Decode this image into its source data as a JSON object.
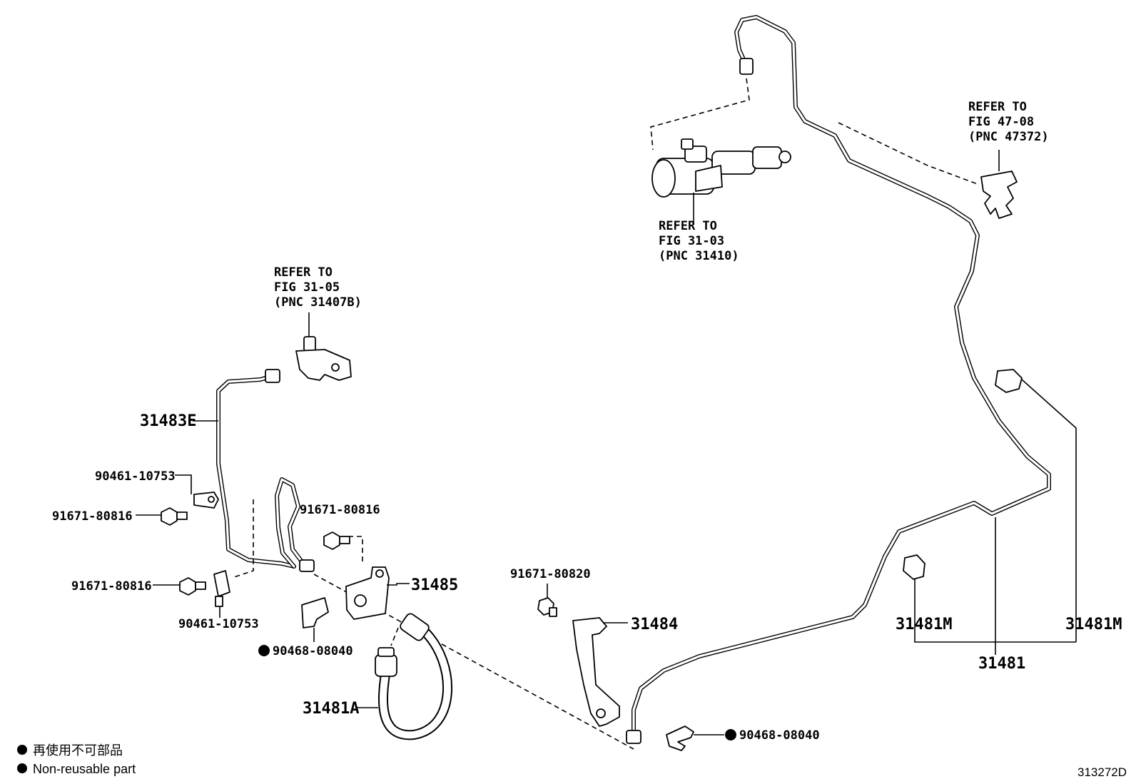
{
  "references": {
    "master_cylinder": {
      "line1": "REFER TO",
      "line2": "FIG 31-03",
      "line3": "(PNC 31410)"
    },
    "clamp_47372": {
      "line1": "REFER TO",
      "line2": "FIG 47-08",
      "line3": "(PNC 47372)"
    },
    "union_31407b": {
      "line1": "REFER TO",
      "line2": "FIG 31-05",
      "line3": "(PNC 31407B)"
    }
  },
  "parts": {
    "tube_e": "31483E",
    "bolt_a": "90461-10753",
    "bolt_b": "91671-80816",
    "bolt_c": "91671-80816",
    "bolt_d": "91671-80816",
    "bolt_e": "90461-10753",
    "clip_a": "90468-08040",
    "bracket_31485": "31485",
    "hose_a": "31481A",
    "bolt_f": "91671-80820",
    "bracket_31484": "31484",
    "clip_b": "90468-08040",
    "grommet_left": "31481M",
    "grommet_right": "31481M",
    "tube_main": "31481"
  },
  "legend": {
    "jp_text": "再使用不可部品",
    "en_text": "Non-reusable part"
  },
  "diagram_id": "313272D"
}
